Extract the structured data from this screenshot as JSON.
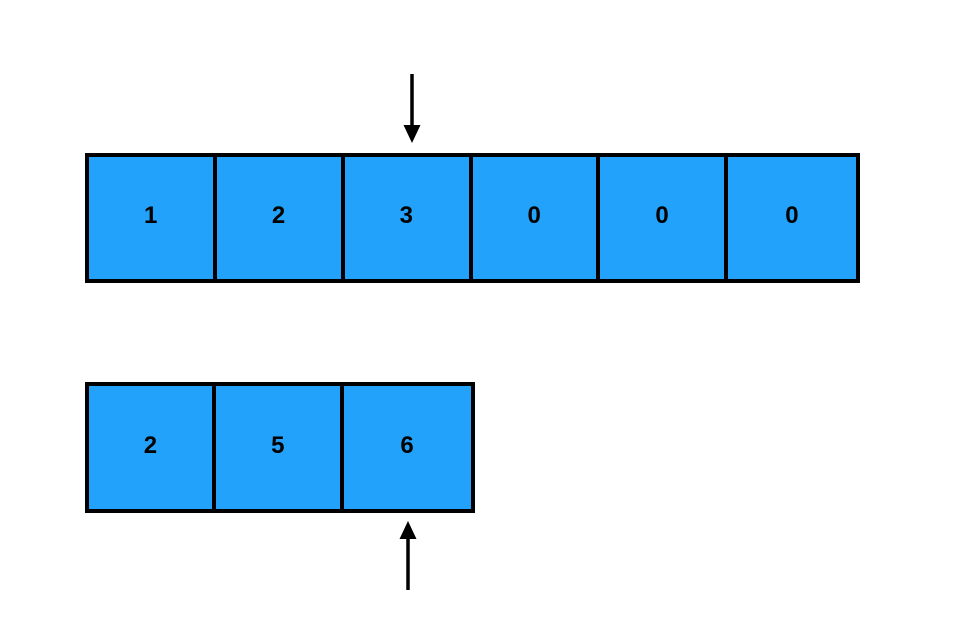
{
  "diagram": {
    "type": "array-pointer-diagram",
    "background_color": "#ffffff",
    "cell_fill_color": "#22a2fb",
    "border_color": "#000000",
    "text_color": "#000000",
    "arrays": [
      {
        "name": "top-array",
        "cell_count": 6,
        "cells": [
          {
            "value": "1"
          },
          {
            "value": "2"
          },
          {
            "value": "3"
          },
          {
            "value": "0"
          },
          {
            "value": "0"
          },
          {
            "value": "0"
          }
        ]
      },
      {
        "name": "bottom-array",
        "cell_count": 3,
        "cells": [
          {
            "value": "2"
          },
          {
            "value": "5"
          },
          {
            "value": "6"
          }
        ]
      }
    ],
    "arrows": [
      {
        "name": "top-pointer",
        "direction": "down",
        "points_to_array": "top-array",
        "points_to_index": 2,
        "points_to_value": "3",
        "color": "#000000"
      },
      {
        "name": "bottom-pointer",
        "direction": "up",
        "points_to_array": "bottom-array",
        "points_to_index": 2,
        "points_to_value": "6",
        "color": "#000000"
      }
    ]
  }
}
